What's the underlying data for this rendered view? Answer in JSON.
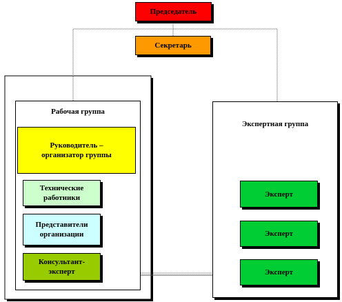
{
  "chairman": {
    "label": "Председатель",
    "color": "#ff0000"
  },
  "secretary": {
    "label": "Секретарь",
    "color": "#ff9900"
  },
  "working_group": {
    "title": "Рабочая группа",
    "leader": {
      "label": "Руководитель – организатор группы",
      "color": "#ffff00"
    },
    "members": [
      {
        "label": "Технические работники",
        "color": "#ccffcc"
      },
      {
        "label": "Представители организации",
        "color": "#ccffff"
      },
      {
        "label": "Консультант-эксперт",
        "color": "#99cc00"
      }
    ]
  },
  "expert_group": {
    "title": "Экспертная группа",
    "experts": [
      {
        "label": "Эксперт",
        "color": "#00cc33"
      },
      {
        "label": "Эксперт",
        "color": "#00cc33"
      },
      {
        "label": "Эксперт",
        "color": "#00cc33"
      }
    ]
  }
}
